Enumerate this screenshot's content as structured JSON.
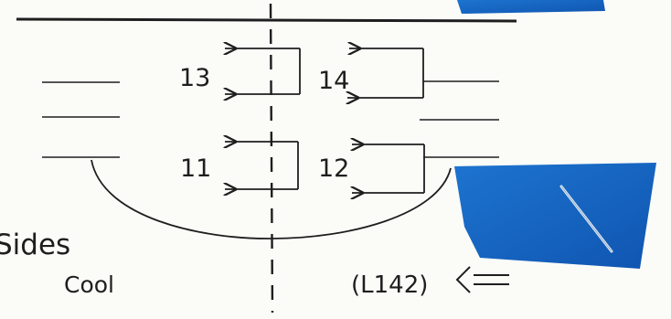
{
  "diagram": {
    "row_labels": {
      "l13": "13",
      "l14": "14",
      "l11": "11",
      "l12": "12"
    },
    "sides_label": "Sides",
    "cool_label": "Cool",
    "code_label": "(L142)"
  },
  "colors": {
    "ink": "#1e1e1e",
    "paper": "#fbfbf8",
    "blue_tab": "#1766c2"
  }
}
